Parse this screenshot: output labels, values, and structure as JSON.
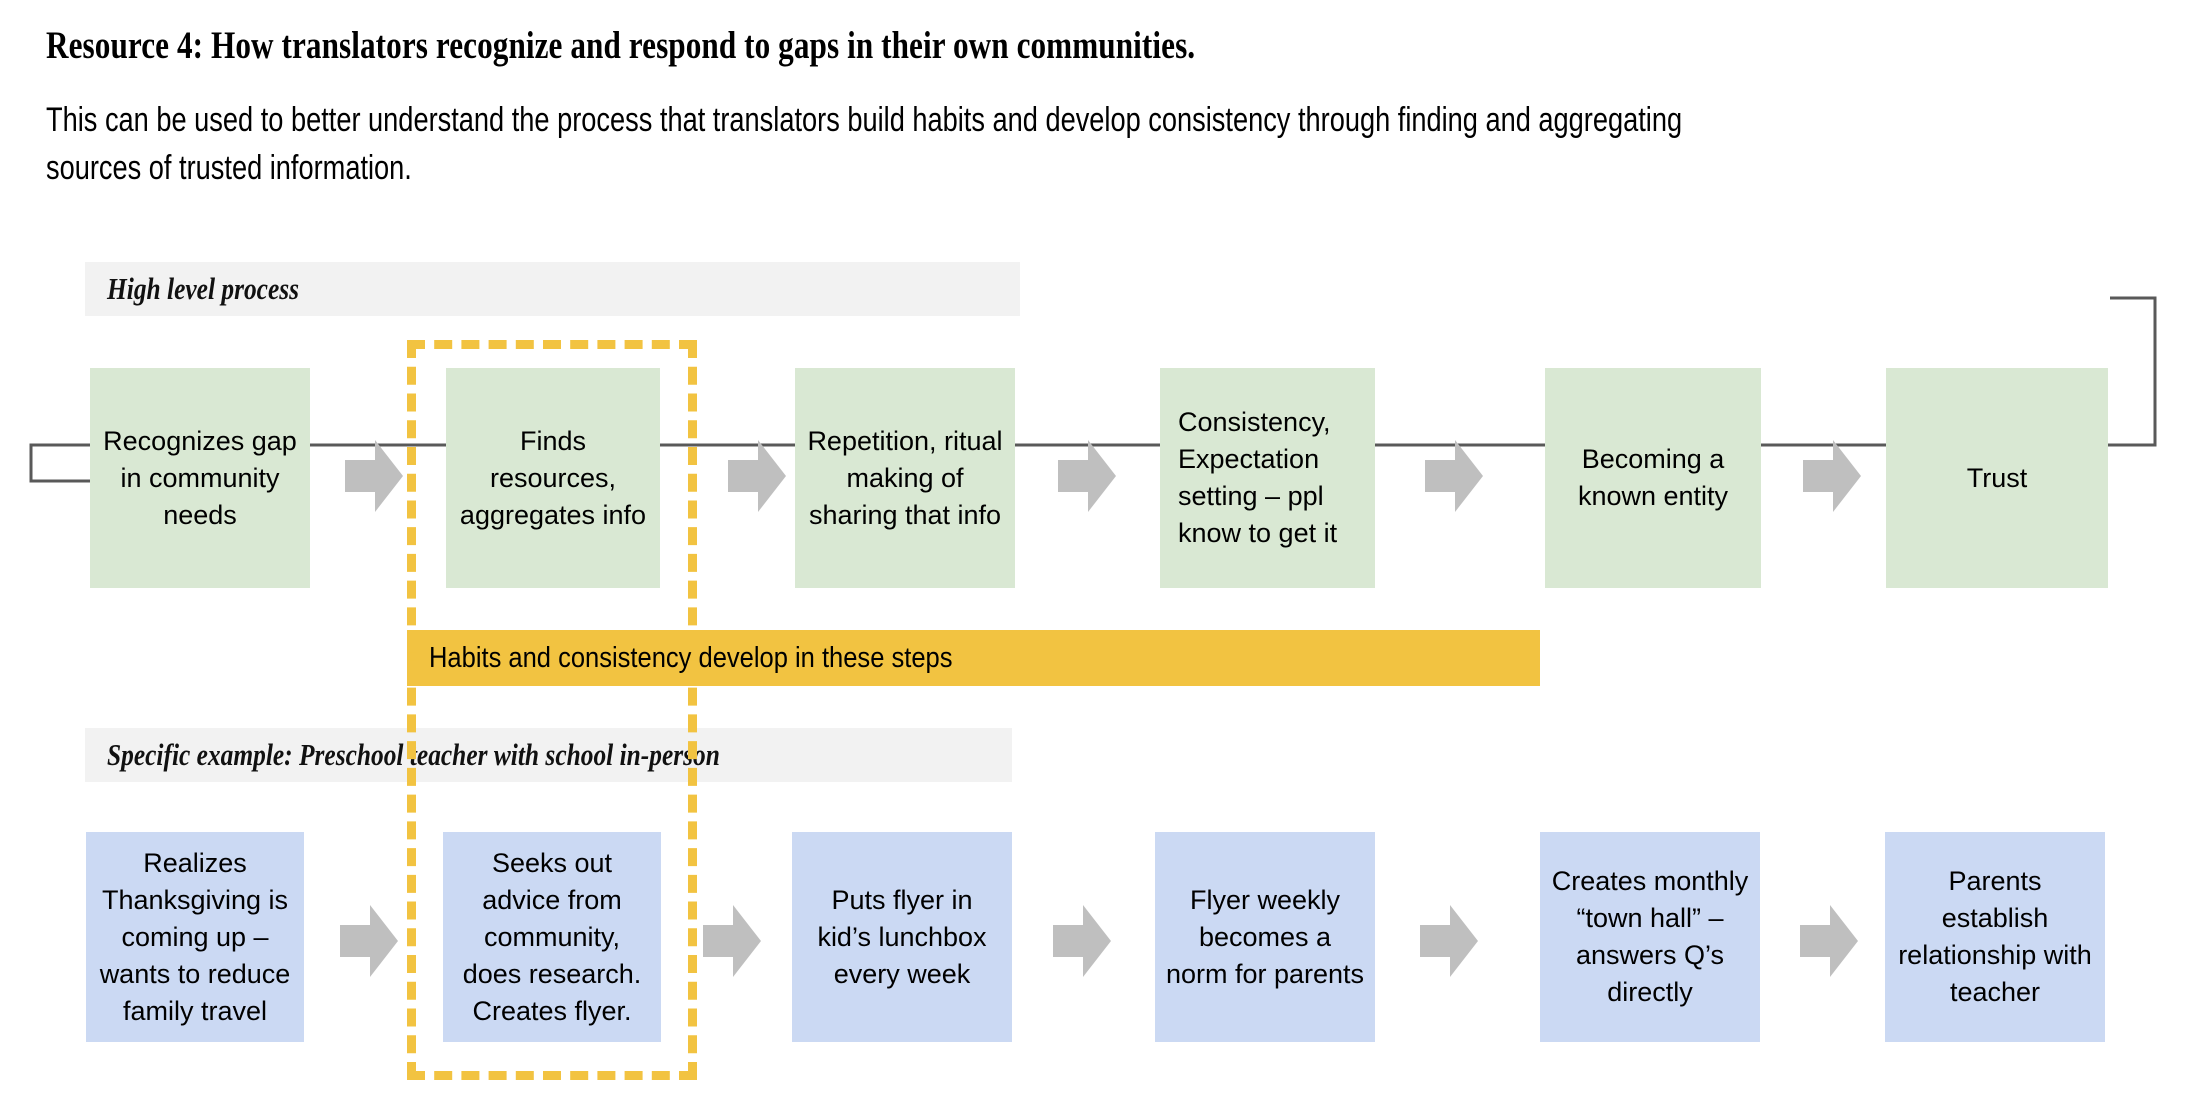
{
  "header": {
    "title": "Resource 4: How translators recognize and respond to gaps in their own communities.",
    "subtitle": "This can be used to better understand the process that translators build habits and develop consistency through finding and aggregating sources of trusted information."
  },
  "colors": {
    "green_node": "#d9e8d3",
    "blue_node": "#cbd9f3",
    "highlight_yellow": "#f2c341",
    "band_gray": "#f2f2f2",
    "arrow_gray": "#bfbfbf",
    "loop_line": "#595959"
  },
  "sections": {
    "high_level": {
      "label": "High level process"
    },
    "specific_example": {
      "label": "Specific example: Preschool teacher with school in-person"
    }
  },
  "highlight": {
    "band_label": "Habits and consistency develop in these steps"
  },
  "high_level_process": {
    "steps": [
      {
        "label": "Recognizes gap in community needs",
        "align": "center"
      },
      {
        "label": "Finds resources, aggregates info",
        "align": "center"
      },
      {
        "label": "Repetition, ritual making of sharing that info",
        "align": "center"
      },
      {
        "label": "Consistency, Expectation setting – ppl know to get it",
        "align": "left"
      },
      {
        "label": "Becoming a known entity",
        "align": "center"
      },
      {
        "label": "Trust",
        "align": "center"
      }
    ]
  },
  "specific_example_process": {
    "steps": [
      {
        "label": "Realizes Thanksgiving is coming up – wants to reduce family travel",
        "align": "center"
      },
      {
        "label": "Seeks out advice from community, does research. Creates flyer.",
        "align": "center"
      },
      {
        "label": "Puts flyer in kid’s lunchbox every week",
        "align": "center"
      },
      {
        "label": "Flyer weekly becomes a norm for parents",
        "align": "center"
      },
      {
        "label": "Creates monthly “town hall” – answers Q’s directly",
        "align": "center"
      },
      {
        "label": "Parents establish relationship with teacher",
        "align": "center"
      }
    ]
  },
  "icons": {
    "chevron_arrow": "chevron-right-arrow-icon",
    "feedback_loop": "feedback-loop-arrow-icon"
  }
}
